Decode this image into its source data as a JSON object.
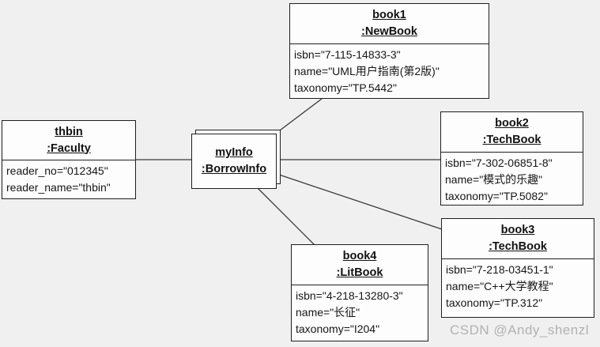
{
  "colors": {
    "background": "#f0f0f0",
    "box_fill": "#fdfdfd",
    "border": "#1f1f1f",
    "line": "#3a3a3a",
    "watermark": "#b2b2b2"
  },
  "watermark": "CSDN @Andy_shenzl",
  "objects": {
    "thbin": {
      "name": "thbin",
      "class": ":Faculty",
      "attrs": [
        "reader_no=\"012345\"",
        "reader_name=\"thbin\""
      ]
    },
    "myInfo": {
      "name": "myInfo",
      "class": ":BorrowInfo"
    },
    "book1": {
      "name": "book1",
      "class": ":NewBook",
      "attrs": [
        "isbn=\"7-115-14833-3\"",
        "name=\"UML用户指南(第2版)\"",
        "taxonomy=\"TP.5442\""
      ]
    },
    "book2": {
      "name": "book2",
      "class": ":TechBook",
      "attrs": [
        "isbn=\"7-302-06851-8\"",
        "name=\"模式的乐趣\"",
        "taxonomy=\"TP.5082\""
      ]
    },
    "book3": {
      "name": "book3",
      "class": ":TechBook",
      "attrs": [
        "isbn=\"7-218-03451-1\"",
        "name=\"C++大学教程\"",
        "taxonomy=\"TP.312\""
      ]
    },
    "book4": {
      "name": "book4",
      "class": ":LitBook",
      "attrs": [
        "isbn=\"4-218-13280-3\"",
        "name=\"长征\"",
        "taxonomy=\"I204\""
      ]
    }
  }
}
